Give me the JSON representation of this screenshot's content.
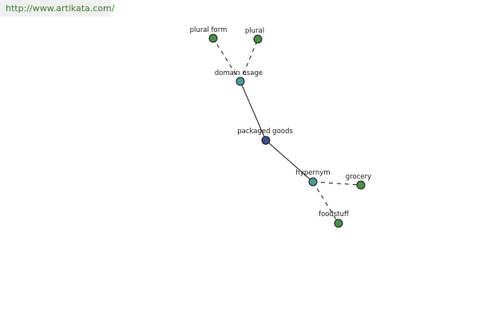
{
  "source": {
    "url_text": "http://www.artikata.com/"
  },
  "graph": {
    "nodes": [
      {
        "id": "packaged-goods",
        "label": "packaged goods",
        "role": "center"
      },
      {
        "id": "domain-usage",
        "label": "domain usage",
        "role": "relation"
      },
      {
        "id": "hypernym",
        "label": "hypernym",
        "role": "relation"
      },
      {
        "id": "plural-form",
        "label": "plural form",
        "role": "term"
      },
      {
        "id": "plural",
        "label": "plural",
        "role": "term"
      },
      {
        "id": "grocery",
        "label": "grocery",
        "role": "term"
      },
      {
        "id": "foodstuff",
        "label": "foodstuff",
        "role": "term"
      }
    ],
    "edges": [
      {
        "from": "packaged-goods",
        "to": "domain-usage",
        "style": "solid"
      },
      {
        "from": "packaged-goods",
        "to": "hypernym",
        "style": "solid"
      },
      {
        "from": "domain-usage",
        "to": "plural-form",
        "style": "dashed"
      },
      {
        "from": "domain-usage",
        "to": "plural",
        "style": "dashed"
      },
      {
        "from": "hypernym",
        "to": "grocery",
        "style": "dashed"
      },
      {
        "from": "hypernym",
        "to": "foodstuff",
        "style": "dashed"
      }
    ],
    "colors": {
      "center": "#3d4f8c",
      "relation": "#4e9a9a",
      "term": "#4c8c4c",
      "stroke": "#1a1a1a",
      "edge": "#1a1a1a"
    }
  }
}
